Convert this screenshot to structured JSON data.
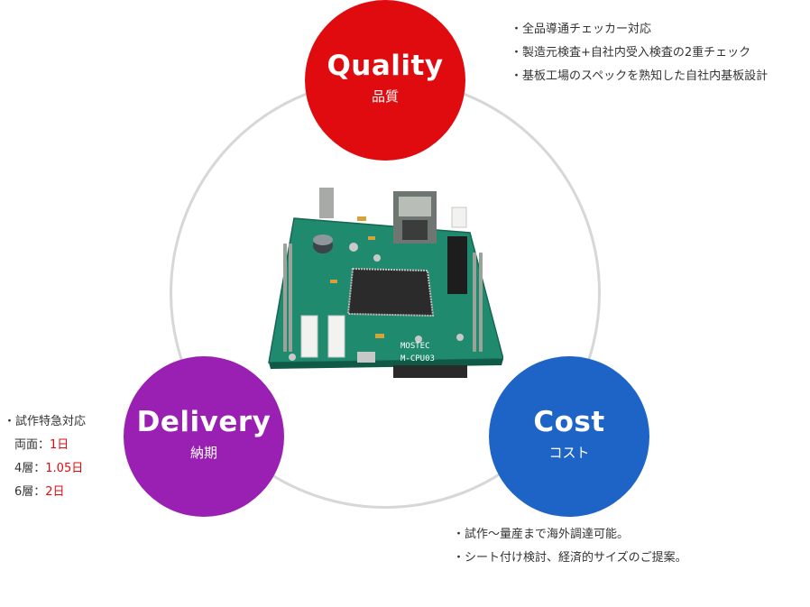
{
  "quality": {
    "title_en": "Quality",
    "title_ja": "品質",
    "color": "#e00b0f",
    "notes": [
      "・全品導通チェッカー対応",
      "・製造元検査+自社内受入検査の2重チェック",
      "・基板工場のスペックを熟知した自社内基板設計"
    ]
  },
  "delivery": {
    "title_en": "Delivery",
    "title_ja": "納期",
    "color": "#9a1fb3",
    "heading": "・試作特急対応",
    "items": [
      {
        "label": "両面：",
        "value": "1日"
      },
      {
        "label": "4層：",
        "value": "1.05日"
      },
      {
        "label": "6層：",
        "value": "2日"
      }
    ]
  },
  "cost": {
    "title_en": "Cost",
    "title_ja": "コスト",
    "color": "#1d64c6",
    "notes": [
      "・試作～量産まで海外調達可能。",
      "・シート付け検討、経済的サイズのご提案。"
    ]
  },
  "board": {
    "brand": "MOSTEC",
    "model": "M-CPU03"
  }
}
